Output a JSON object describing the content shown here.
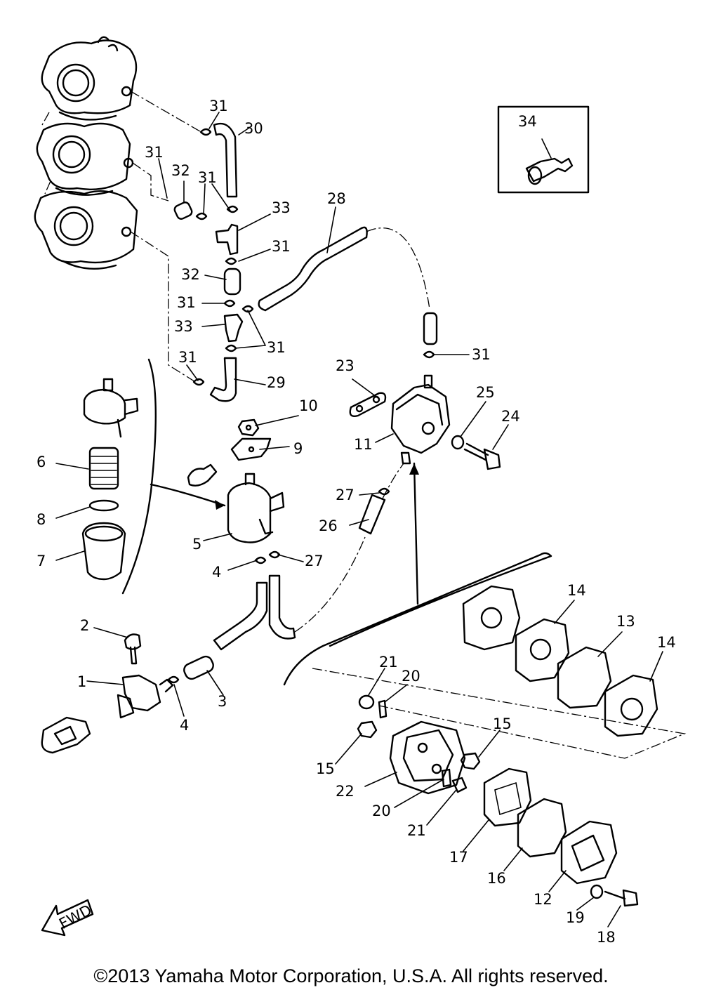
{
  "inset": {
    "label": "34"
  },
  "fwd_label": "FWD",
  "copyright": "©2013 Yamaha Motor Corporation, U.S.A. All rights reserved.",
  "callouts": [
    {
      "id": "c31a",
      "text": "31"
    },
    {
      "id": "c30",
      "text": "30"
    },
    {
      "id": "c31b",
      "text": "31"
    },
    {
      "id": "c32a",
      "text": "32"
    },
    {
      "id": "c31c",
      "text": "31"
    },
    {
      "id": "c33a",
      "text": "33"
    },
    {
      "id": "c28",
      "text": "28"
    },
    {
      "id": "c31d",
      "text": "31"
    },
    {
      "id": "c32b",
      "text": "32"
    },
    {
      "id": "c31e",
      "text": "31"
    },
    {
      "id": "c33b",
      "text": "33"
    },
    {
      "id": "c31f",
      "text": "31"
    },
    {
      "id": "c31g",
      "text": "31"
    },
    {
      "id": "c29",
      "text": "29"
    },
    {
      "id": "c31h",
      "text": "31"
    },
    {
      "id": "c23",
      "text": "23"
    },
    {
      "id": "c25",
      "text": "25"
    },
    {
      "id": "c24",
      "text": "24"
    },
    {
      "id": "c10",
      "text": "10"
    },
    {
      "id": "c9",
      "text": "9"
    },
    {
      "id": "c11",
      "text": "11"
    },
    {
      "id": "c6",
      "text": "6"
    },
    {
      "id": "c27a",
      "text": "27"
    },
    {
      "id": "c8",
      "text": "8"
    },
    {
      "id": "c26",
      "text": "26"
    },
    {
      "id": "c5",
      "text": "5"
    },
    {
      "id": "c7",
      "text": "7"
    },
    {
      "id": "c4a",
      "text": "4"
    },
    {
      "id": "c27b",
      "text": "27"
    },
    {
      "id": "c14a",
      "text": "14"
    },
    {
      "id": "c13",
      "text": "13"
    },
    {
      "id": "c14b",
      "text": "14"
    },
    {
      "id": "c2",
      "text": "2"
    },
    {
      "id": "c21a",
      "text": "21"
    },
    {
      "id": "c20a",
      "text": "20"
    },
    {
      "id": "c1",
      "text": "1"
    },
    {
      "id": "c4b",
      "text": "4"
    },
    {
      "id": "c3",
      "text": "3"
    },
    {
      "id": "c15a",
      "text": "15"
    },
    {
      "id": "c15b",
      "text": "15"
    },
    {
      "id": "c22",
      "text": "22"
    },
    {
      "id": "c20b",
      "text": "20"
    },
    {
      "id": "c21b",
      "text": "21"
    },
    {
      "id": "c17",
      "text": "17"
    },
    {
      "id": "c16",
      "text": "16"
    },
    {
      "id": "c12",
      "text": "12"
    },
    {
      "id": "c19",
      "text": "19"
    },
    {
      "id": "c18",
      "text": "18"
    }
  ]
}
